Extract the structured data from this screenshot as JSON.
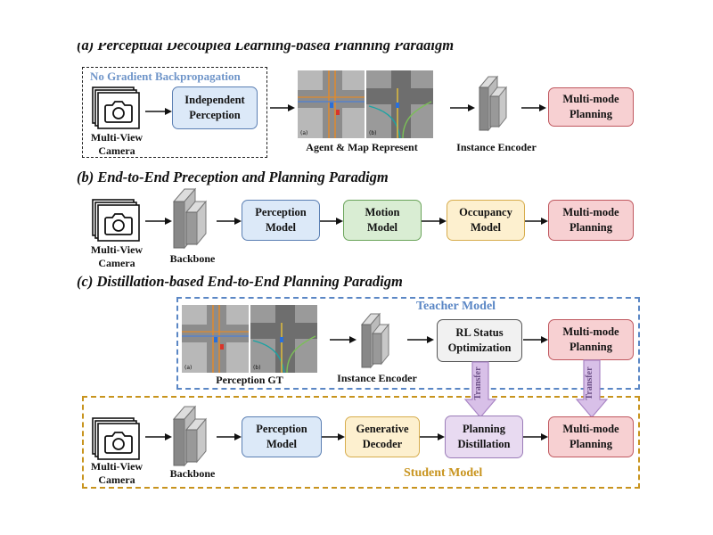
{
  "sections": {
    "a": {
      "title": "(a) Perceptual Decoupled Learning-based Planning Paradigm",
      "region_label": "No Gradient Backpropagation",
      "camera_label": "Multi-View\nCamera",
      "perception_box": "Independent\nPerception",
      "represent_label": "Agent & Map Represent",
      "encoder_label": "Instance Encoder",
      "planning_box": "Multi-mode\nPlanning"
    },
    "b": {
      "title": "(b) End-to-End Preception and Planning Paradigm",
      "camera_label": "Multi-View\nCamera",
      "backbone_label": "Backbone",
      "perception_box": "Perception\nModel",
      "motion_box": "Motion\nModel",
      "occupancy_box": "Occupancy\nModel",
      "planning_box": "Multi-mode\nPlanning"
    },
    "c": {
      "title": "(c) Distillation-based End-to-End Planning Paradigm",
      "teacher_label": "Teacher Model",
      "student_label": "Student Model",
      "gt_label": "Perception GT",
      "teacher_encoder_label": "Instance Encoder",
      "rl_box": "RL Status\nOptimization",
      "teacher_planning_box": "Multi-mode\nPlanning",
      "transfer_label": "Transfer",
      "camera_label": "Multi-View\nCamera",
      "backbone_label": "Backbone",
      "perception_box": "Perception\nModel",
      "decoder_box": "Generative\nDecoder",
      "distill_box": "Planning\nDistillation",
      "student_planning_box": "Multi-mode\nPlanning"
    }
  },
  "map_panel_tags": [
    "(a)",
    "(b)"
  ],
  "colors": {
    "teacher": "#5b87c5",
    "student": "#c8941e",
    "region_a": "#5b87c5",
    "transfer": "#c7a6dd"
  }
}
